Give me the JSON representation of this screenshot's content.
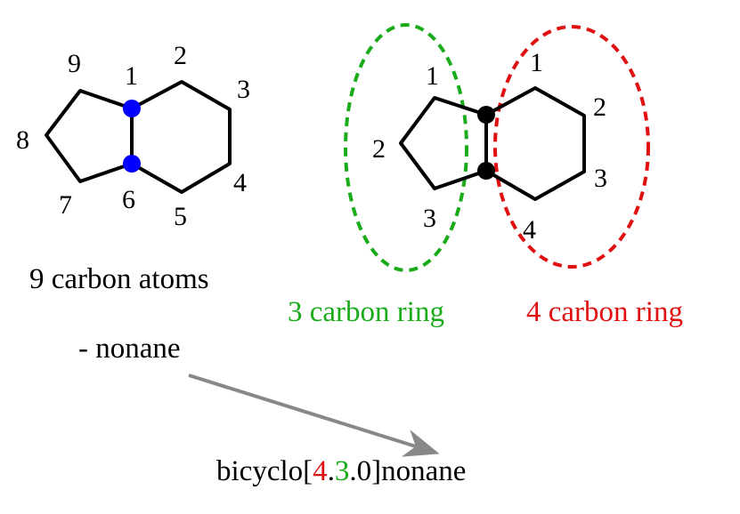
{
  "left_molecule": {
    "atom_numbers": [
      "1",
      "2",
      "3",
      "4",
      "5",
      "6",
      "7",
      "8",
      "9"
    ],
    "bridgehead_color": "#0000ff",
    "caption": "9 carbon atoms",
    "suffix": "- nonane"
  },
  "right_molecule": {
    "small_ring_numbers": [
      "1",
      "2",
      "3"
    ],
    "large_ring_numbers": [
      "1",
      "2",
      "3",
      "4"
    ],
    "bridgehead_color": "#000000",
    "small_ring_caption": "3 carbon ring",
    "small_ring_color": "#1aab1a",
    "large_ring_caption": "4 carbon ring",
    "large_ring_color": "#e01010"
  },
  "arrow_color": "#888888",
  "result_name": {
    "prefix": "bicyclo[",
    "first": "4",
    "dot1": ".",
    "second": "3",
    "dot2": ".",
    "third": "0",
    "suffix": "]nonane"
  }
}
